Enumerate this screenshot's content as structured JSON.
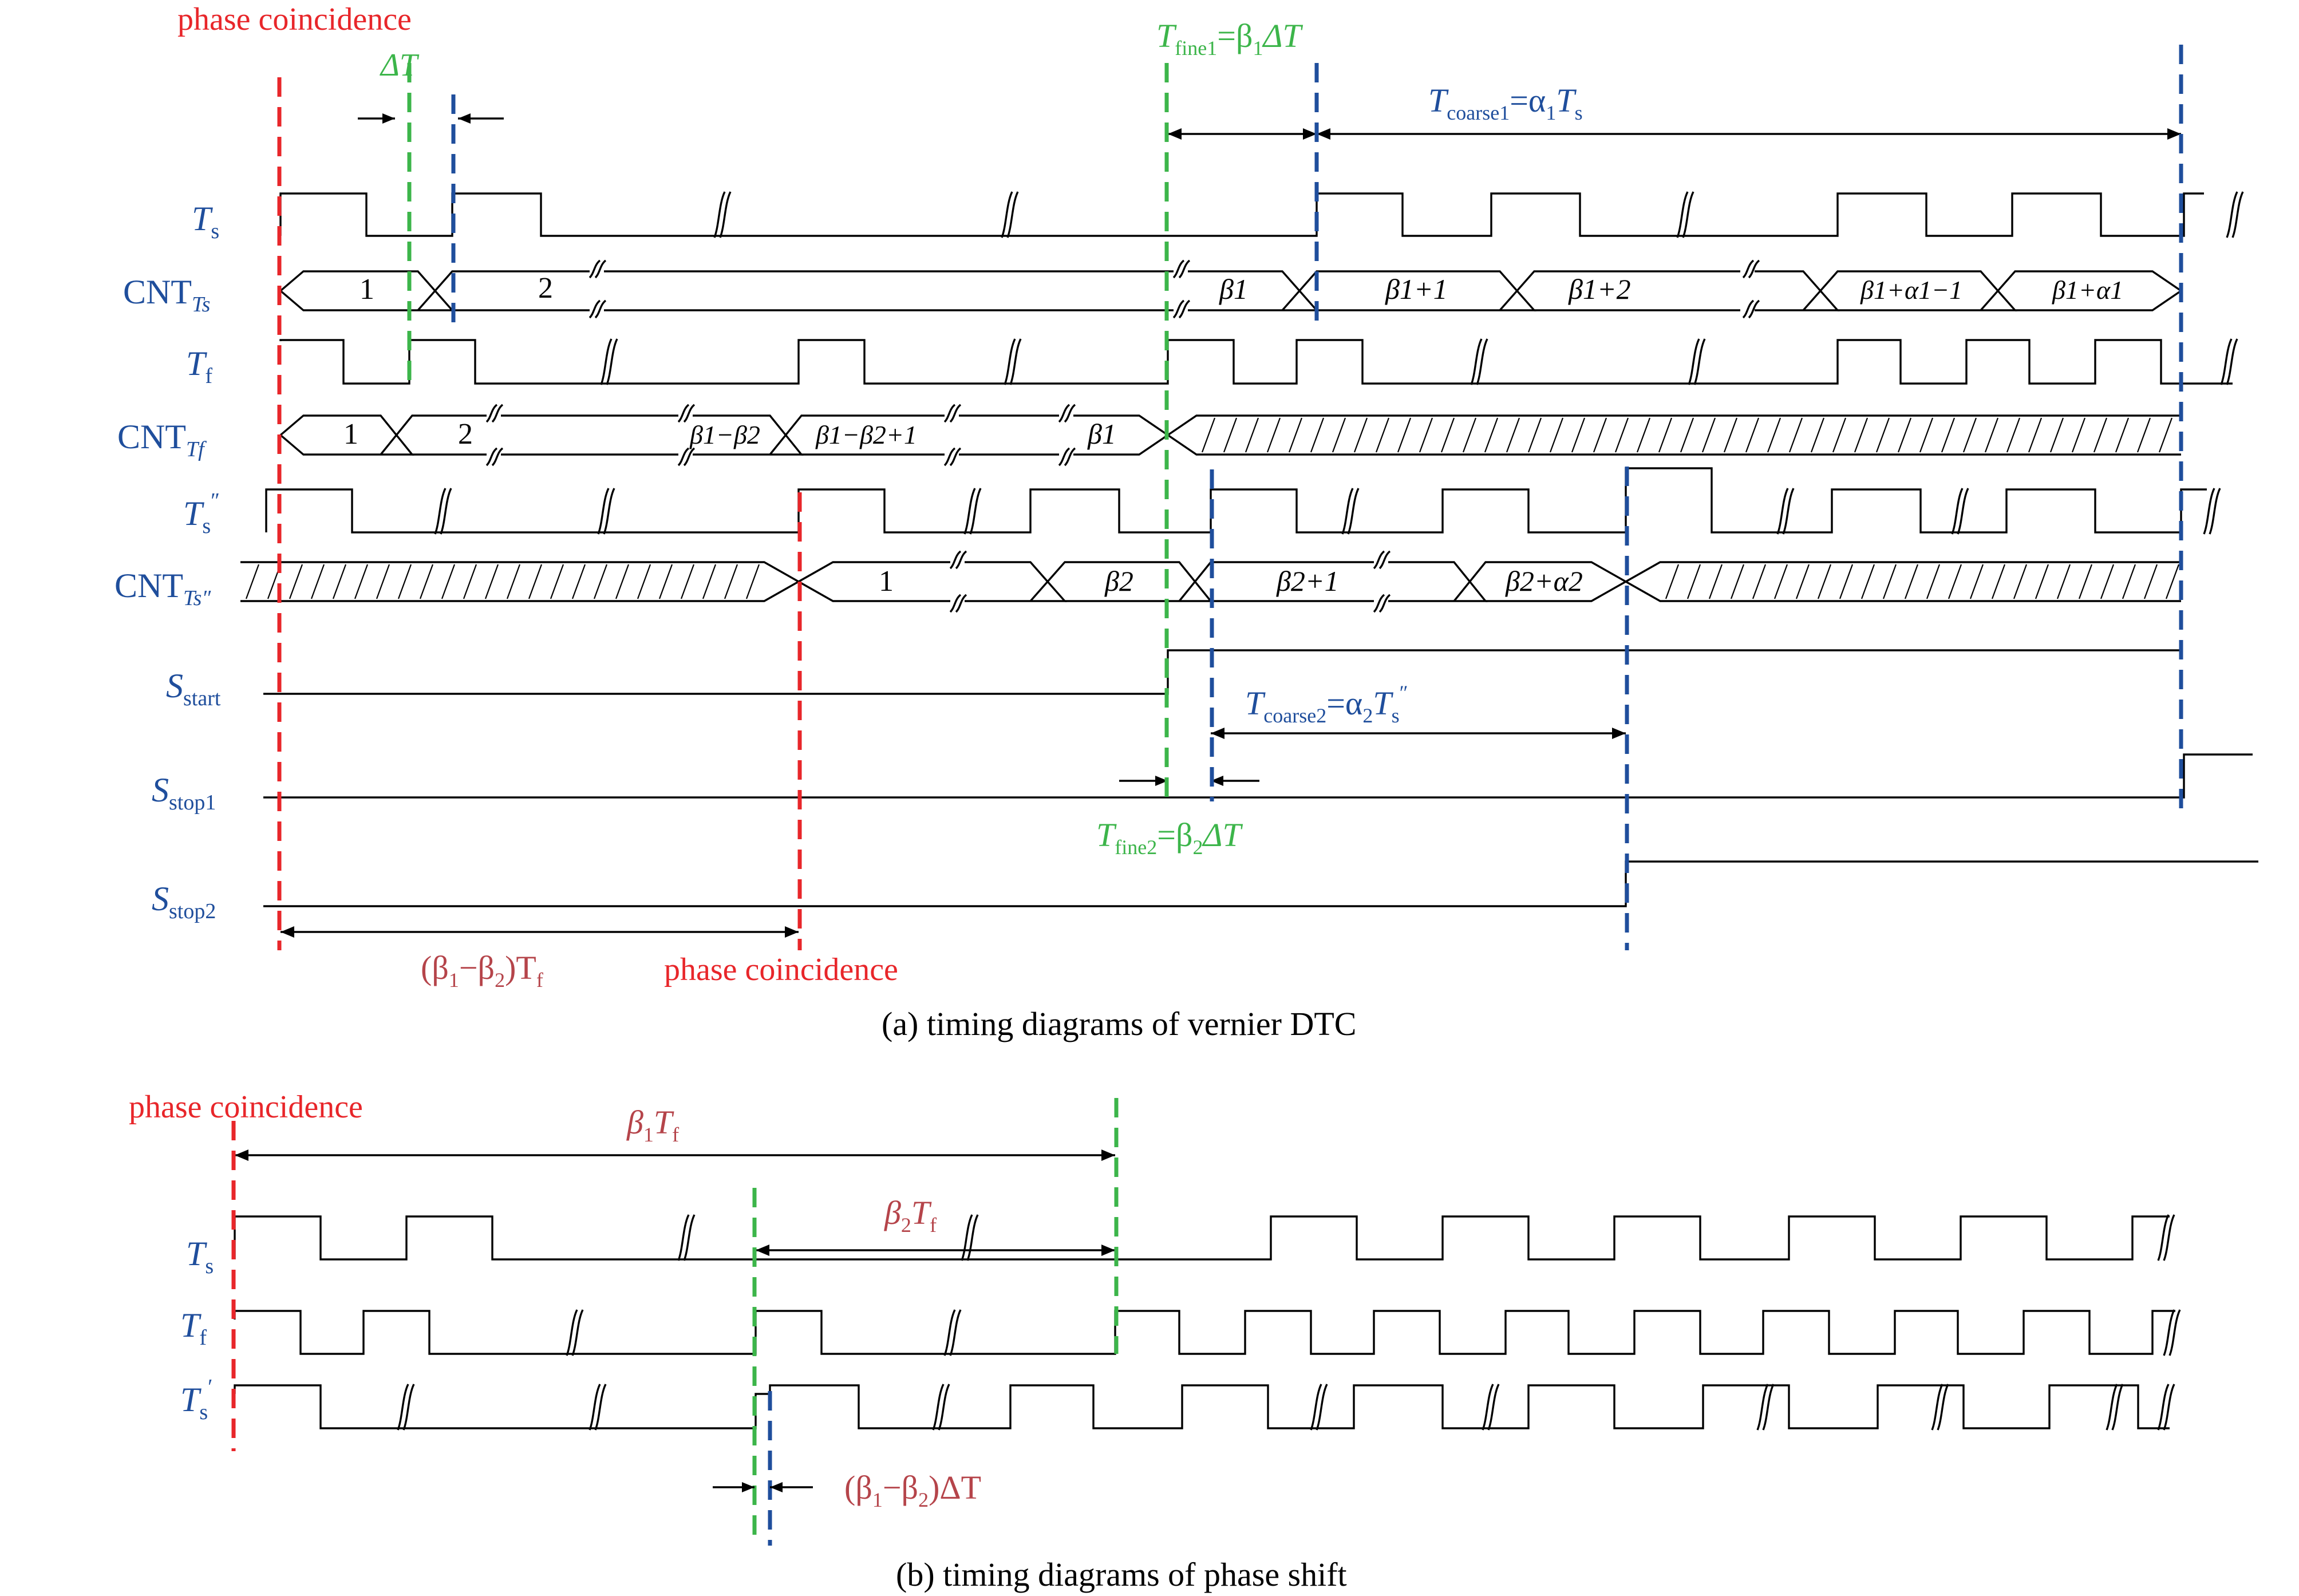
{
  "panel_a": {
    "caption": "(a) timing diagrams of  vernier DTC",
    "phase_coincidence_1": "phase coincidence",
    "phase_coincidence_2": "phase coincidence",
    "delta_t": "ΔT",
    "t_fine1": {
      "main": "T",
      "sub": "fine1",
      "rest": "=β",
      "sub2": "1",
      "tail": "ΔT"
    },
    "t_coarse1": {
      "main": "T",
      "sub": "coarse1",
      "rest": "=α",
      "sub2": "1",
      "tail": "T",
      "sub3": "s"
    },
    "t_coarse2": {
      "main": "T",
      "sub": "coarse2",
      "rest": "=α",
      "sub2": "2",
      "tail": "T",
      "sub3": "s",
      "sup": "″"
    },
    "t_fine2": {
      "main": "T",
      "sub": "fine2",
      "rest": "=β",
      "sub2": "2",
      "tail": "ΔT"
    },
    "beta_diff_tf": {
      "pre": "(β",
      "s1": "1",
      "mid": "−β",
      "s2": "2",
      "post": ")T",
      "s3": "f"
    },
    "signals": [
      {
        "main": "T",
        "sub": "s",
        "sup": ""
      },
      {
        "main": "CNT",
        "sub": "Ts",
        "sup": ""
      },
      {
        "main": "T",
        "sub": "f",
        "sup": ""
      },
      {
        "main": "CNT",
        "sub": "Tf",
        "sup": ""
      },
      {
        "main": "T",
        "sub": "s",
        "sup": "″"
      },
      {
        "main": "CNT",
        "sub": "Ts″",
        "sup": ""
      },
      {
        "main": "S",
        "sub": "start",
        "sup": ""
      },
      {
        "main": "S",
        "sub": "stop1",
        "sup": ""
      },
      {
        "main": "S",
        "sub": "stop2",
        "sup": ""
      }
    ],
    "cnt_ts_values": [
      "1",
      "2",
      "β1",
      "β1+1",
      "β1+2",
      "β1+α1−1",
      "β1+α1"
    ],
    "cnt_tf_values": [
      "1",
      "2",
      "β1−β2",
      "β1−β2+1",
      "β1"
    ],
    "cnt_ts2_values": [
      "1",
      "β2",
      "β2+1",
      "β2+α2"
    ]
  },
  "panel_b": {
    "caption": "(b) timing diagrams of phase shift",
    "phase_coincidence": "phase coincidence",
    "beta1_tf": {
      "pre": "β",
      "s1": "1",
      "post": "T",
      "s2": "f"
    },
    "beta2_tf": {
      "pre": "β",
      "s1": "2",
      "post": "T",
      "s2": "f"
    },
    "beta_diff_dt": {
      "pre": "(β",
      "s1": "1",
      "mid": "−β",
      "s2": "2",
      "post": ")ΔT"
    },
    "signals": [
      {
        "main": "T",
        "sub": "s",
        "sup": ""
      },
      {
        "main": "T",
        "sub": "f",
        "sup": ""
      },
      {
        "main": "T",
        "sub": "s",
        "sup": "′"
      }
    ]
  },
  "colors": {
    "red": "#e8262a",
    "green": "#3cb54a",
    "blue": "#1f4e9c",
    "brown": "#b5444a"
  }
}
